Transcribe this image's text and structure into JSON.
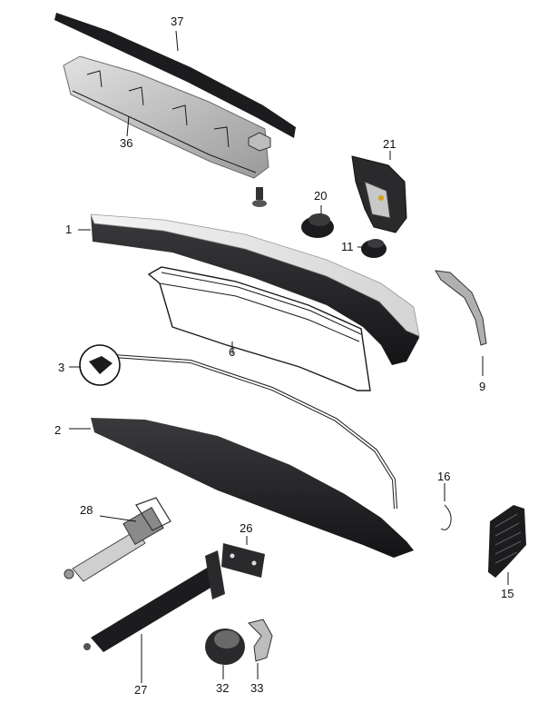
{
  "callouts": {
    "p1": "1",
    "p2": "2",
    "p3": "3",
    "p6": "6",
    "p9": "9",
    "p11": "11",
    "p15": "15",
    "p16": "16",
    "p20": "20",
    "p21": "21",
    "p26": "26",
    "p27": "27",
    "p28": "28",
    "p32": "32",
    "p33": "33",
    "p36": "36",
    "p37": "37"
  },
  "colors": {
    "ink": "#111111",
    "rubber": "#1c1c1e",
    "bumper_cover_top": "#e6e6e6",
    "metal_light": "#c9c9c9",
    "metal_dark": "#8a8a8a"
  }
}
